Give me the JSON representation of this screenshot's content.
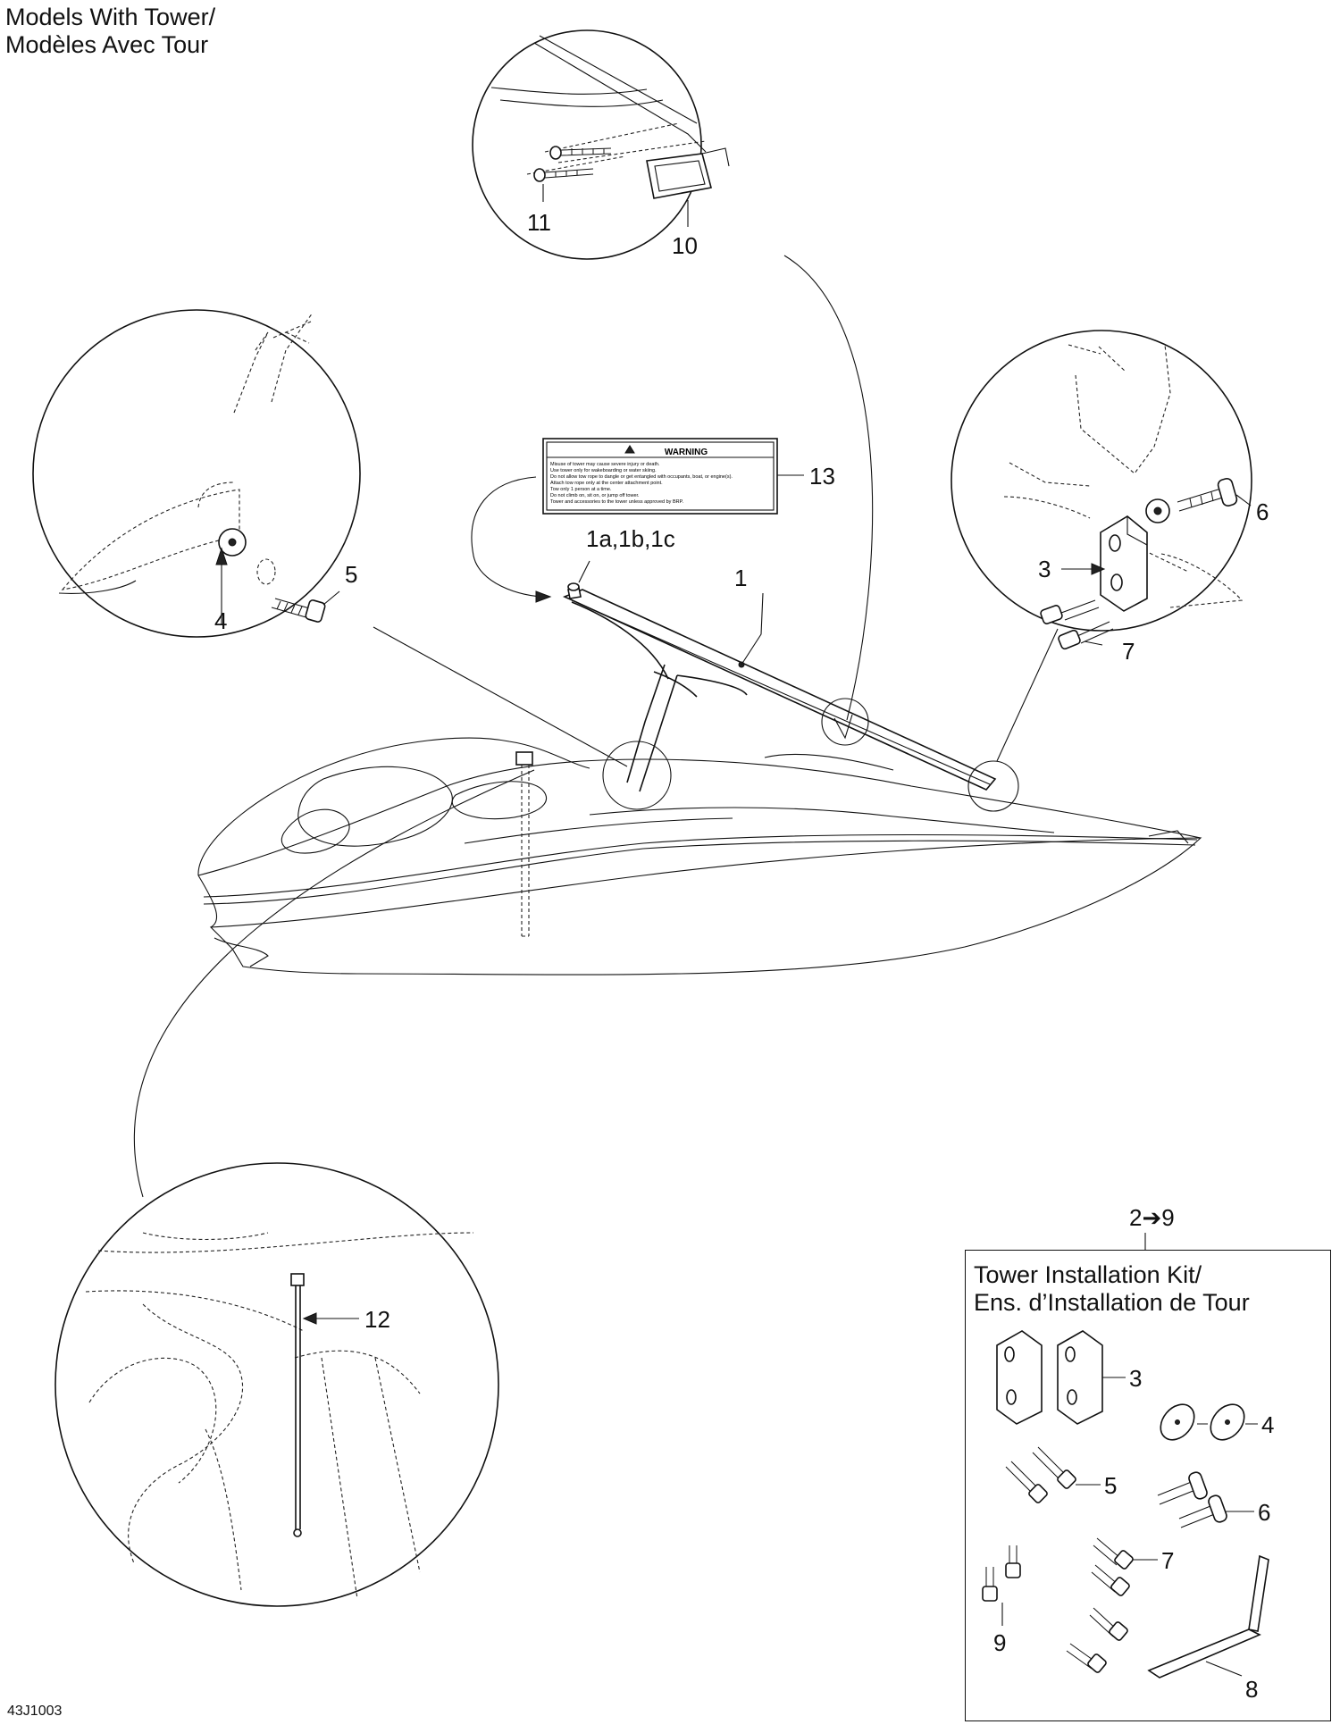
{
  "header": {
    "title_line1": "Models With Tower/",
    "title_line2": "Modèles Avec Tour"
  },
  "callouts": {
    "item_1": "1",
    "item_1abc": "1a,1b,1c",
    "item_3": "3",
    "item_4": "4",
    "item_5": "5",
    "item_6": "6",
    "item_7": "7",
    "item_10": "10",
    "item_11": "11",
    "item_12": "12",
    "item_13": "13"
  },
  "warning_label": {
    "heading": "WARNING",
    "lines": [
      "Misuse of tower may cause severe injury or death.",
      "Use tower only for wakeboarding or water skiing.",
      "Do not allow tow rope to dangle or get entangled with occupants, boat, or engine(s).",
      "Attach tow rope only at the center attachment point.",
      "Tow only 1 person at a time.",
      "Do not climb on, sit on, or jump off tower.",
      "Tower and accessories to the tower unless approved by BRP."
    ]
  },
  "kit": {
    "range_label": "2➔9",
    "title_line1": "Tower Installation Kit/",
    "title_line2": "Ens. d’Installation de Tour",
    "callouts": {
      "item_3": "3",
      "item_4": "4",
      "item_5": "5",
      "item_6": "6",
      "item_7": "7",
      "item_8": "8",
      "item_9": "9"
    }
  },
  "footer": {
    "reference_code": "43J1003"
  }
}
